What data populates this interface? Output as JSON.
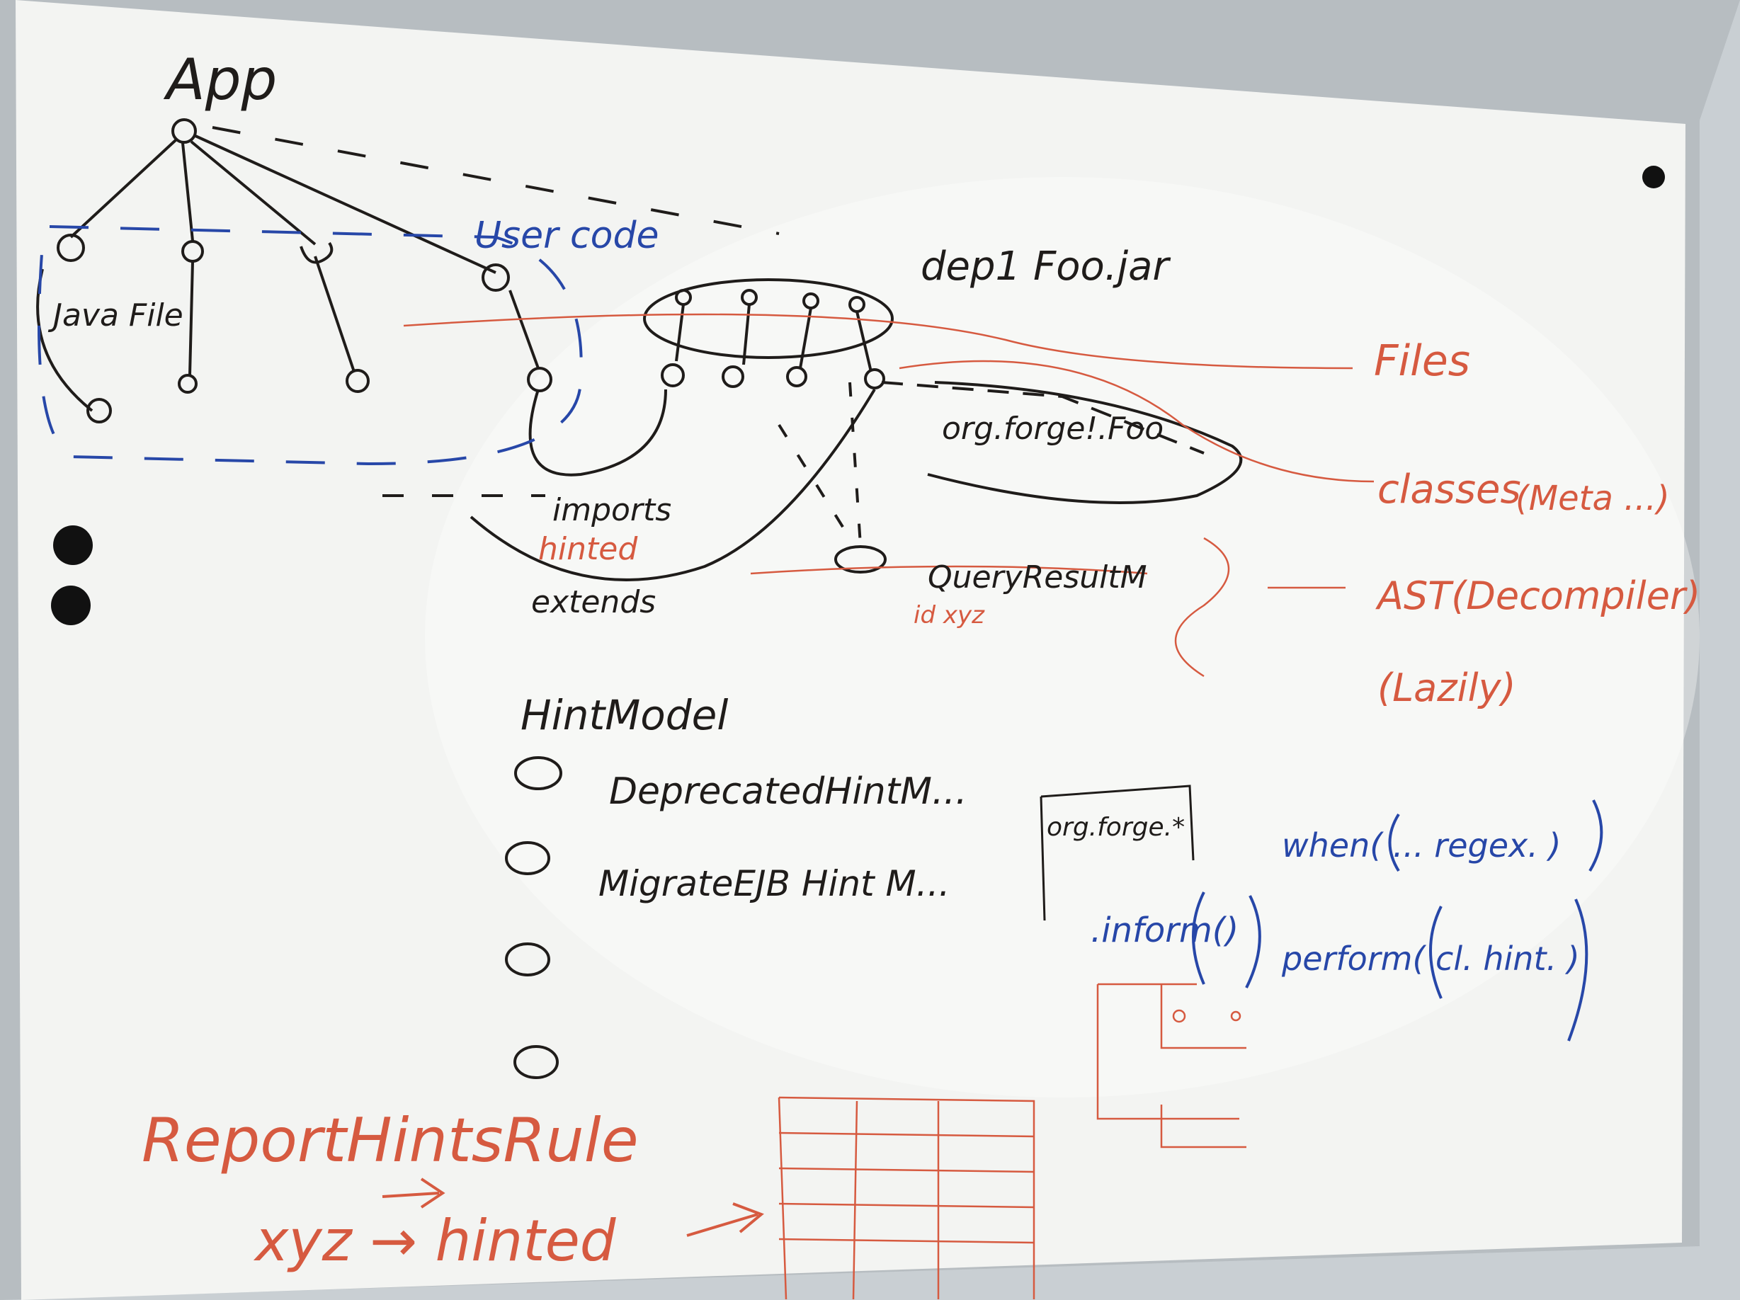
{
  "board": {
    "surface_color": "#f3f4f2",
    "frame_color": "#b7bdc1",
    "ink": {
      "black": "#1f1c1a",
      "blue": "#2747a8",
      "red": "#d65a40"
    }
  },
  "tree": {
    "root_label": "App",
    "user_code_label": "User code",
    "file_label": "Java File",
    "jar_label": "dep1 Foo.jar",
    "class_label": "org.forge!.Foo",
    "edge_labels": [
      "imports",
      "hinted",
      "extends"
    ],
    "query_label": "QueryResultM",
    "query_sub": "id xyz"
  },
  "legend": {
    "files": "Files",
    "classes": "classes",
    "classes_note": "(Meta ...)",
    "ast": "AST(Decompiler)",
    "ast_note": "(Lazily)"
  },
  "hint_model": {
    "title": "HintModel",
    "items": [
      "DeprecatedHintM...",
      "MigrateEJB Hint M...",
      "",
      ""
    ]
  },
  "code_sketch": {
    "box_label": "org.forge.*",
    "method": ".inform()",
    "when": "when( ... regex. )",
    "perform": "perform( cl. hint. )"
  },
  "report": {
    "rule": "ReportHintsRule",
    "mapping": "xyz → hinted"
  }
}
